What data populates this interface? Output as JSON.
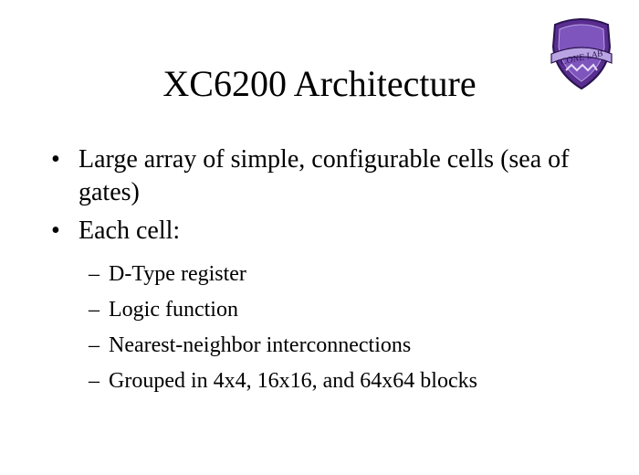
{
  "slide": {
    "title": "XC6200 Architecture",
    "logo_text": "CONE LAB",
    "bullets": [
      {
        "text": "Large array of simple, configurable cells (sea of gates)"
      },
      {
        "text": "Each cell:"
      }
    ],
    "sub_bullets": [
      {
        "text": "D-Type register"
      },
      {
        "text": "Logic function"
      },
      {
        "text": "Nearest-neighbor interconnections"
      },
      {
        "text": "Grouped in 4x4, 16x16, and 64x64 blocks"
      }
    ]
  },
  "colors": {
    "background": "#ffffff",
    "text": "#000000",
    "logo_purple": "#5a2d91",
    "logo_light": "#b9a3e3"
  },
  "icons": {
    "logo": "shield-logo-icon"
  }
}
